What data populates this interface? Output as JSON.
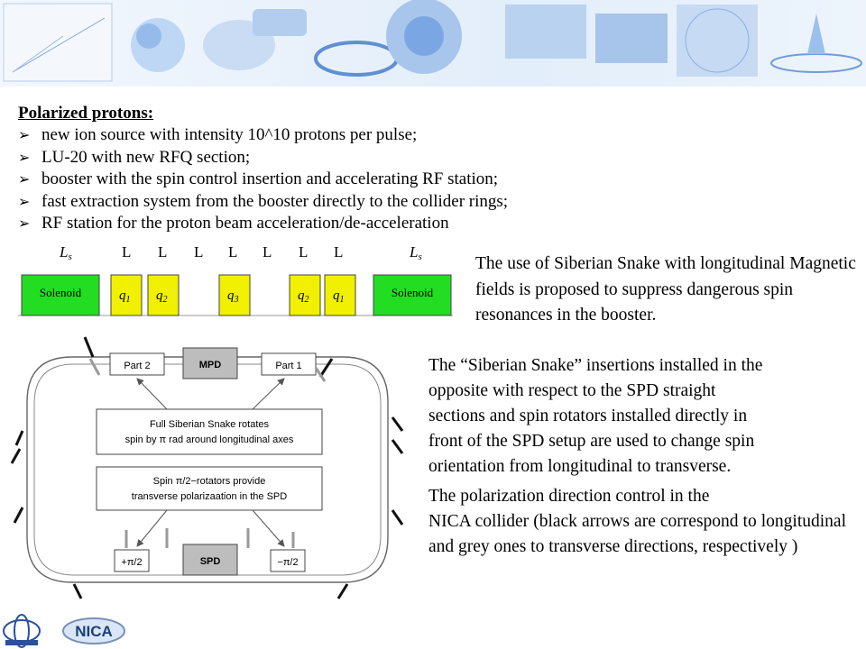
{
  "heading": "Polarized protons:",
  "bullets": [
    "new ion source with intensity 10^10 protons per pulse;",
    "LU-20 with new RFQ section;",
    "booster with the spin control insertion and accelerating RF station;",
    "fast extraction system from the booster directly to the collider rings;",
    "RF station for the proton beam acceleration/de-acceleration"
  ],
  "bullet_marker": "➢",
  "lattice": {
    "ls_label": "L",
    "ls_sub": "s",
    "l_label": "L",
    "solenoid": "Solenoid",
    "q1": "q",
    "q1_sub": "1",
    "q2": "q",
    "q2_sub": "2",
    "q3": "q",
    "q3_sub": "3"
  },
  "para1": "The use of Siberian Snake with longitudinal Magnetic fields is proposed to suppress dangerous spin resonances in the booster.",
  "para2_lines": [
    "The “Siberian Snake” insertions installed in the",
    "opposite with respect to the SPD straight",
    "sections and spin rotators installed directly in",
    "front of the SPD setup are used to change spin",
    "orientation from longitudinal to transverse."
  ],
  "para4": "The polarization direction control in the",
  "para3": "NICA collider (black arrows are correspond to longitudinal and grey ones to transverse directions, respectively )",
  "ring": {
    "part2": "Part 2",
    "mpd": "MPD",
    "part1": "Part 1",
    "box1_line1": "Full Siberian Snake rotates",
    "box1_line2": "spin by π rad around longitudinal axes",
    "box2_line1": "Spin π/2−rotators provide",
    "box2_line2": "transverse polarizaation in the SPD",
    "plus": "+π/2",
    "spd": "SPD",
    "minus": "−π/2"
  },
  "footer": {
    "logo_text": "NICA"
  },
  "colors": {
    "solenoid": "#22dd22",
    "quad": "#f0f000",
    "banner": "#e6f0fb"
  }
}
